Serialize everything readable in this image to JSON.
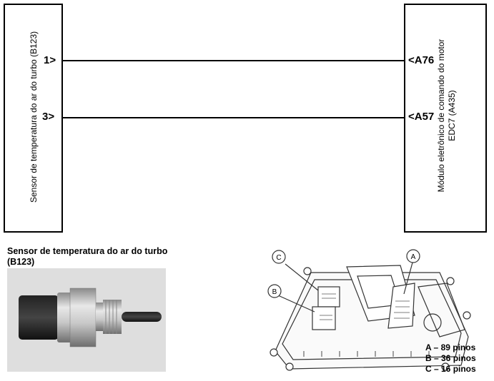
{
  "sensor_box": {
    "label": "Sensor de temperatura do ar do turbo (B123)"
  },
  "module_box": {
    "label_line1": "Módulo eletrônico de comando do motor",
    "label_line2": "EDC7 (A435)"
  },
  "wires": [
    {
      "from_pin": "1>",
      "to_pin": "<A76"
    },
    {
      "from_pin": "3>",
      "to_pin": "<A57"
    }
  ],
  "sensor_photo": {
    "caption_line1": "Sensor de temperatura do ar do turbo",
    "caption_line2": "(B123)"
  },
  "ecu_drawing": {
    "callouts": [
      "A",
      "B",
      "C"
    ],
    "connectors": [
      "A – 89 pinos",
      "B – 36 pinos",
      "C – 16 pinos"
    ]
  }
}
